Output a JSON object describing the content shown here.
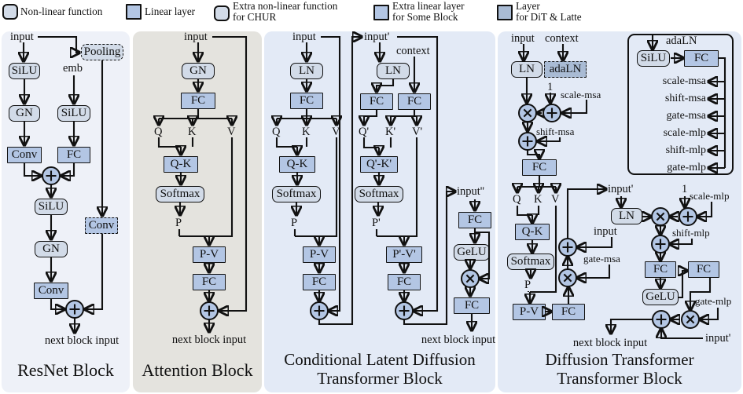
{
  "colors": {
    "nonlinear_fill": "#d2dbe8",
    "linear_fill": "#b3c6e4",
    "dit_fill": "#a9bbd4",
    "panel_resnet": "#eef1f8",
    "panel_attention": "#e4e3de",
    "panel_blue": "#e3eaf6"
  },
  "legend": {
    "item1": {
      "label": "Non-linear function"
    },
    "item2": {
      "label": "Linear layer"
    },
    "item3": {
      "line1": "Extra non-linear function",
      "line2": "for CHUR"
    },
    "item4": {
      "line1": "Extra linear layer",
      "line2": "for Some Block"
    },
    "item5": {
      "line1": "Layer",
      "line2": "for DiT & Latte"
    }
  },
  "p1": {
    "title": "ResNet Block",
    "input": "input",
    "emb": "emb",
    "pooling": "Pooling",
    "silu1": "SiLU",
    "gn1": "GN",
    "conv1": "Conv",
    "silu2": "SiLU",
    "fc1": "FC",
    "silu3": "SiLU",
    "gn2": "GN",
    "conv2": "Conv",
    "conv3": "Conv",
    "next": "next block input"
  },
  "p2": {
    "title": "Attention Block",
    "input": "input",
    "gn": "GN",
    "fc1": "FC",
    "q": "Q",
    "k": "K",
    "v": "V",
    "qk": "Q-K",
    "softmax": "Softmax",
    "p": "P",
    "pv": "P-V",
    "fc2": "FC",
    "next": "next block input"
  },
  "p3": {
    "title1": "Conditional Latent Diffusion",
    "title2": "Transformer Block",
    "input": "input",
    "ln1": "LN",
    "fc1": "FC",
    "q": "Q",
    "k": "K",
    "v": "V",
    "qk": "Q-K",
    "softmax1": "Softmax",
    "p": "P",
    "pv": "P-V",
    "fc2": "FC",
    "input2": "input'",
    "context": "context",
    "ln2": "LN",
    "fc3": "FC",
    "fc4": "FC",
    "q2": "Q'",
    "k2": "K'",
    "v2": "V'",
    "qk2": "Q'-K'",
    "softmax2": "Softmax",
    "p2": "P'",
    "pv2": "P'-V'",
    "fc5": "FC",
    "input3": "input''",
    "fc6": "FC",
    "gelu": "GeLU",
    "fc7": "FC",
    "next": "next block input"
  },
  "p4": {
    "title1": "Diffusion Transformer",
    "title2": "Transformer Block",
    "input": "input",
    "context": "context",
    "ln1": "LN",
    "adaln": "adaLN",
    "one1": "1",
    "scale_msa": "scale-msa",
    "shift_msa": "shift-msa",
    "fc1": "FC",
    "q": "Q",
    "k": "K",
    "v": "V",
    "qk": "Q-K",
    "softmax": "Softmax",
    "p": "P",
    "pv": "P-V",
    "fc2": "FC",
    "gate_msa": "gate-msa",
    "input_res": "input",
    "input2": "input'",
    "ln2": "LN",
    "one2": "1",
    "scale_mlp": "scale-mlp",
    "shift_mlp": "shift-mlp",
    "fc3": "FC",
    "fc4": "FC",
    "gelu": "GeLU",
    "gate_mlp": "gate-mlp",
    "next": "next block input",
    "input2b": "input'",
    "detail": {
      "title": "adaLN",
      "silu": "SiLU",
      "fc": "FC",
      "rows": [
        "scale-msa",
        "shift-msa",
        "gate-msa",
        "scale-mlp",
        "shift-mlp",
        "gate-mlp"
      ]
    }
  }
}
